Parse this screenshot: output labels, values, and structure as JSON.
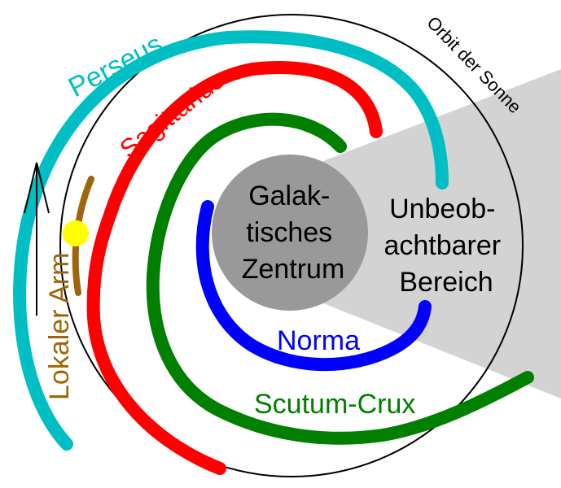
{
  "diagram": {
    "labels": {
      "center": [
        "Galak-",
        "tisches",
        "Zentrum"
      ],
      "unobservable": [
        "Unbeob-",
        "achtbarer",
        "Bereich"
      ],
      "orbit": "Orbit der Sonne",
      "perseus": "Perseus",
      "sagittarius": "Sagittarius",
      "norma": "Norma",
      "scutum_crux": "Scutum-Crux",
      "local_arm": "Lokaler Arm"
    },
    "colors": {
      "perseus": "#00bfc4",
      "sagittarius": "#ff0000",
      "scutum_crux": "#007f00",
      "norma": "#0000ff",
      "local_arm": "#a0650a",
      "sun": "#ffff00",
      "center": "#999999",
      "unobservable_region": "#d3d3d3",
      "orbit": "#000000"
    }
  }
}
